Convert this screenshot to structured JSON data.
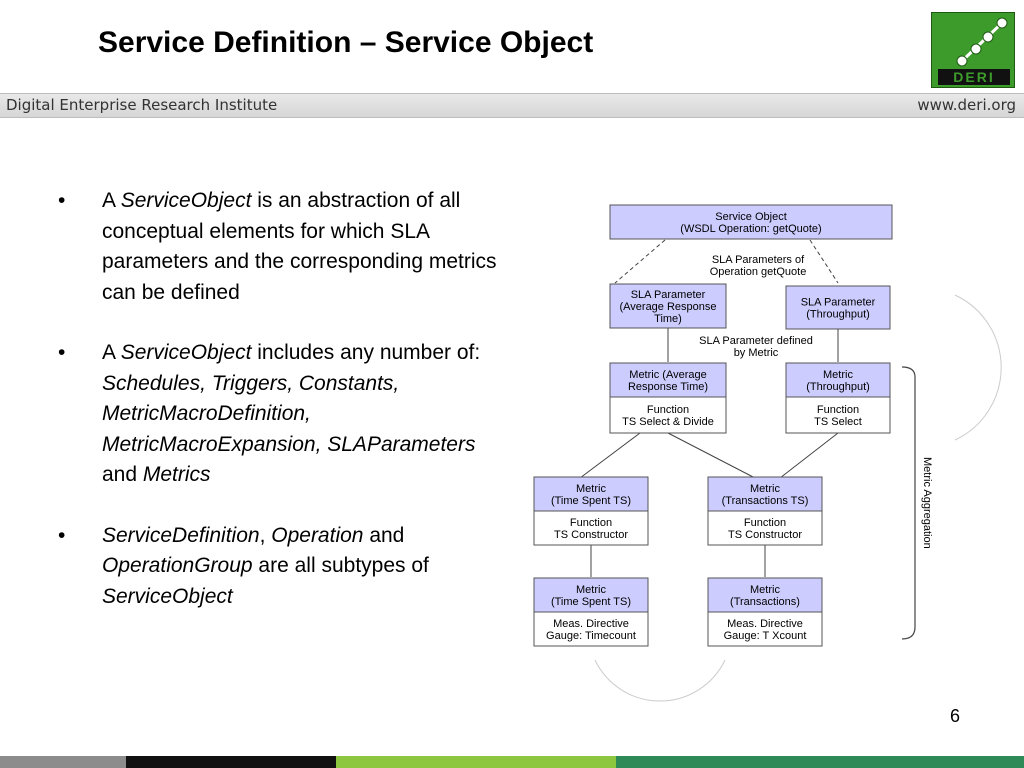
{
  "slide": {
    "title": "Service Definition – Service Object",
    "header_left": "Digital Enterprise Research Institute",
    "header_right": "www.deri.org",
    "logo_text": "DERI",
    "page_number": "6"
  },
  "bullets": [
    {
      "dot": "•",
      "segments": [
        {
          "text": "A ",
          "italic": false
        },
        {
          "text": "ServiceObject",
          "italic": true
        },
        {
          "text": " is an abstraction of all conceptual elements for which SLA parameters and the corresponding metrics can be defined",
          "italic": false
        }
      ]
    },
    {
      "dot": "•",
      "segments": [
        {
          "text": "A ",
          "italic": false
        },
        {
          "text": "ServiceObject",
          "italic": true
        },
        {
          "text": " includes any number of: ",
          "italic": false
        },
        {
          "text": "Schedules, Triggers, Constants, MetricMacroDefinition, MetricMacroExpansion, SLAParameters",
          "italic": true
        },
        {
          "text": " and ",
          "italic": false
        },
        {
          "text": "Metrics",
          "italic": true
        }
      ]
    },
    {
      "dot": "•",
      "segments": [
        {
          "text": "ServiceDefinition",
          "italic": true
        },
        {
          "text": ", ",
          "italic": false
        },
        {
          "text": "Operation",
          "italic": true
        },
        {
          "text": " and ",
          "italic": false
        },
        {
          "text": "OperationGroup",
          "italic": true
        },
        {
          "text": " are all subtypes of ",
          "italic": false
        },
        {
          "text": "ServiceObject",
          "italic": true
        }
      ]
    }
  ],
  "diagram": {
    "service_object": [
      "Service Object",
      "(WSDL Operation: getQuote)"
    ],
    "label_sla_of_operation": [
      "SLA Parameters of",
      "Operation getQuote"
    ],
    "sla_avg": [
      "SLA Parameter",
      "(Average Response",
      "Time)"
    ],
    "sla_tp": [
      "SLA Parameter",
      "(Throughput)"
    ],
    "label_sla_defined": [
      "SLA Parameter defined",
      "by Metric"
    ],
    "metric_avg": {
      "header": [
        "Metric (Average",
        "Response Time)"
      ],
      "body": [
        "Function",
        "TS Select & Divide"
      ]
    },
    "metric_tp": {
      "header": [
        "Metric",
        "(Throughput)"
      ],
      "body": [
        "Function",
        "TS Select"
      ]
    },
    "metric_ts_time": {
      "header": [
        "Metric",
        "(Time Spent TS)"
      ],
      "body": [
        "Function",
        "TS Constructor"
      ]
    },
    "metric_ts_trans": {
      "header": [
        "Metric",
        "(Transactions TS)"
      ],
      "body": [
        "Function",
        "TS Constructor"
      ]
    },
    "metric_time": {
      "header": [
        "Metric",
        "(Time Spent TS)"
      ],
      "body": [
        "Meas. Directive",
        "Gauge: Timecount"
      ]
    },
    "metric_trans": {
      "header": [
        "Metric",
        "(Transactions)"
      ],
      "body": [
        "Meas. Directive",
        "Gauge: T Xcount"
      ]
    },
    "aggregation_label": "Metric Aggregation"
  },
  "colors": {
    "box_fill": "#ccccff",
    "box_stroke": "#555555",
    "logo_green": "#3d9b2c",
    "footer_gray": "#8c8c8c",
    "footer_black": "#111111",
    "footer_lime": "#8dc63f",
    "footer_green": "#2e8b57"
  }
}
